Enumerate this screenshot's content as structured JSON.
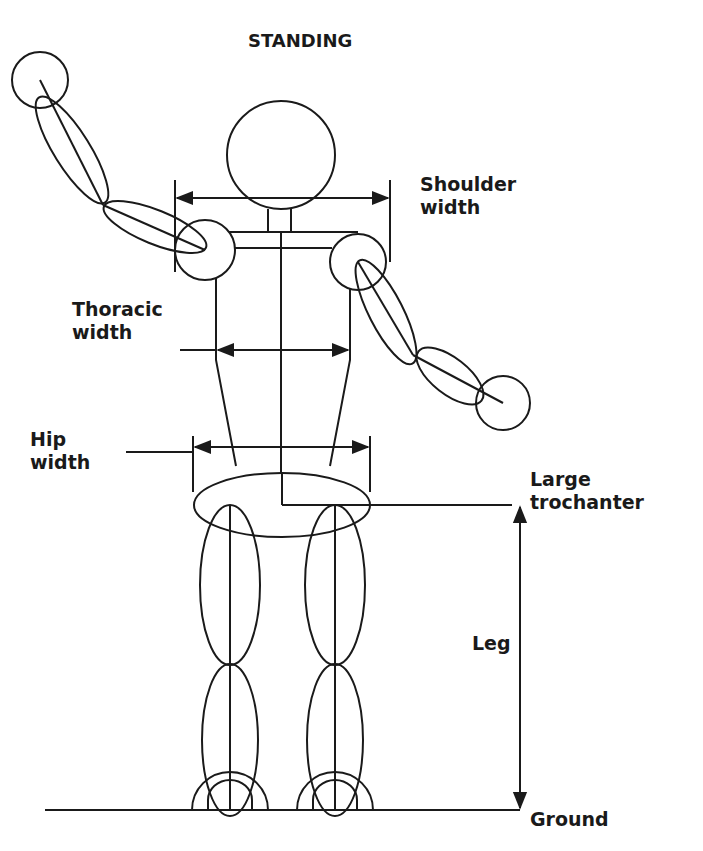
{
  "diagram": {
    "title": "STANDING",
    "labels": [
      "Shoulder width",
      "Thoracic width",
      "Hip width",
      "Large trochanter",
      "Leg",
      "Ground"
    ]
  }
}
